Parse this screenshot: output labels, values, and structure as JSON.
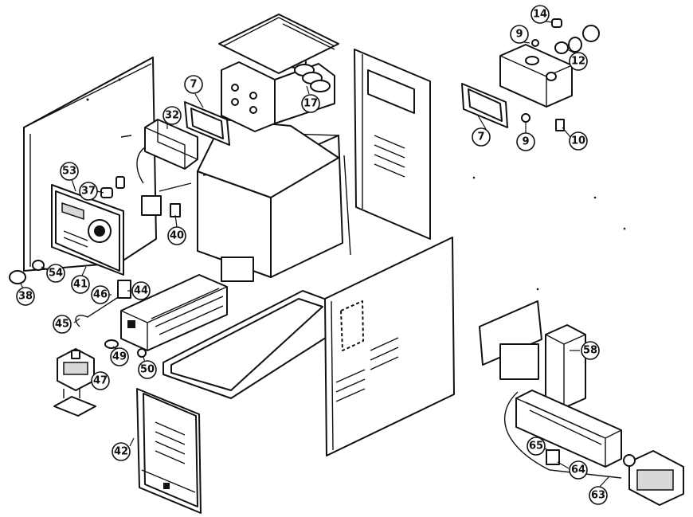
{
  "diagram": {
    "callouts": [
      "7",
      "9",
      "10",
      "12",
      "14",
      "17",
      "32",
      "37",
      "38",
      "40",
      "41",
      "42",
      "44",
      "45",
      "46",
      "47",
      "49",
      "50",
      "53",
      "54",
      "58",
      "63",
      "64",
      "65"
    ],
    "callout_repeat": {
      "7b": "7",
      "9b": "9"
    }
  }
}
